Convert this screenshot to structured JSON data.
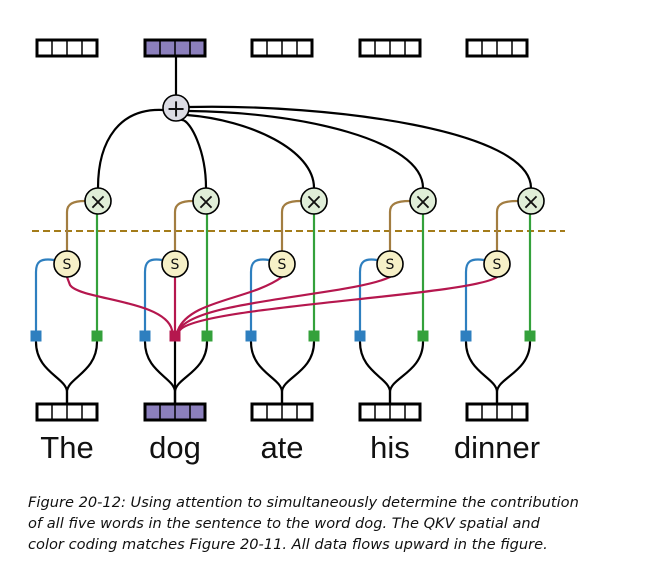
{
  "words": [
    "The",
    "dog",
    "ate",
    "his",
    "dinner"
  ],
  "focus_word_index": 1,
  "sum_symbol": "+",
  "multiply_symbol": "×",
  "softmax_symbol": "S",
  "caption": {
    "lines": [
      "Figure 20-12: Using attention to simultaneously determine the contribution",
      "of all five words in the sentence to the word dog. The QKV spatial and",
      "color coding matches Figure 20-11. All data flows upward in the figure."
    ]
  },
  "colors": {
    "query": "#b5174e",
    "key": "#2e7fbf",
    "value": "#34a13b",
    "softmax_to_multiply": "#a27d41",
    "focus_vector": "#8c80bd",
    "softmax_node": "#f6f0c7",
    "multiply_node": "#e0eed8",
    "sum_node": "#dcdce4",
    "divider": "#a47c1a"
  },
  "icons": {
    "sum": "plus-circle-icon",
    "multiply": "times-circle-icon",
    "softmax": "softmax-circle-icon"
  }
}
